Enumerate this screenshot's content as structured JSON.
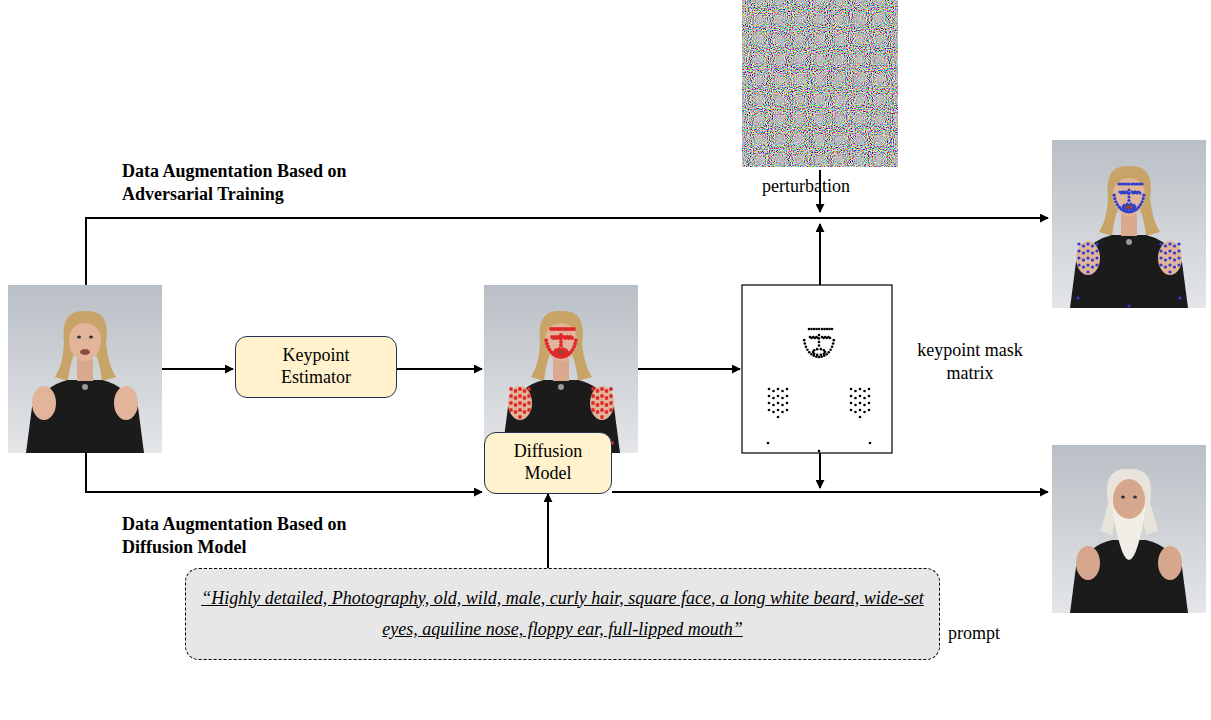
{
  "diagram": {
    "nodes": [
      {
        "text": [
          "Keypoint Estimator"
        ]
      },
      {
        "text": [
          "Diffusion Model"
        ]
      },
      {
        "text": [
          "“Highly detailed, Photography, old, wild, male, curly hair, square face, a long white beard, wide-set eyes, aquiline nose, floppy ear, full-lipped mouth”"
        ]
      }
    ],
    "edges": [
      {
        "from": 2,
        "to": 1,
        "arrow": "to"
      }
    ],
    "labels": [
      "Data Augmentation Based on Adversarial Training",
      "perturbation",
      "keypoint mask matrix",
      "Data Augmentation Based on Diffusion Model",
      "prompt"
    ]
  }
}
